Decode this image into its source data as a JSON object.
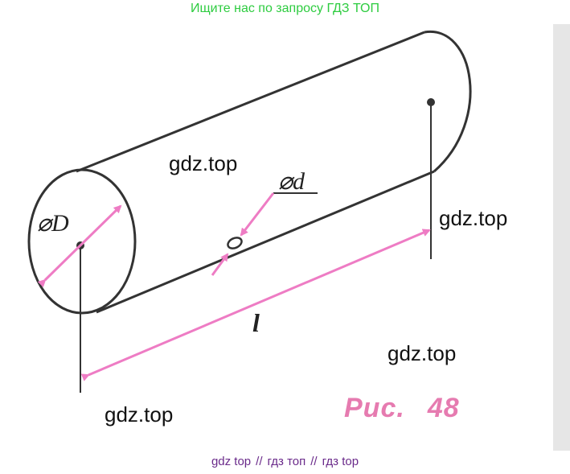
{
  "header": {
    "banner": "Ищите нас по запросу ГДЗ ТОП"
  },
  "diagram": {
    "label_D": "⌀D",
    "label_d": "⌀d",
    "label_l": "l",
    "caption_word": "Рис.",
    "caption_number": "48",
    "accent_color": "#ee7cc4",
    "line_color": "#333333"
  },
  "watermarks": {
    "wm1": "gdz.top",
    "wm2": "gdz.top",
    "wm3": "gdz.top",
    "wm4": "gdz.top"
  },
  "footer": {
    "link1": "gdz top",
    "sep1": "//",
    "link2": "гдз топ",
    "sep2": "//",
    "link3": "гдз top"
  }
}
